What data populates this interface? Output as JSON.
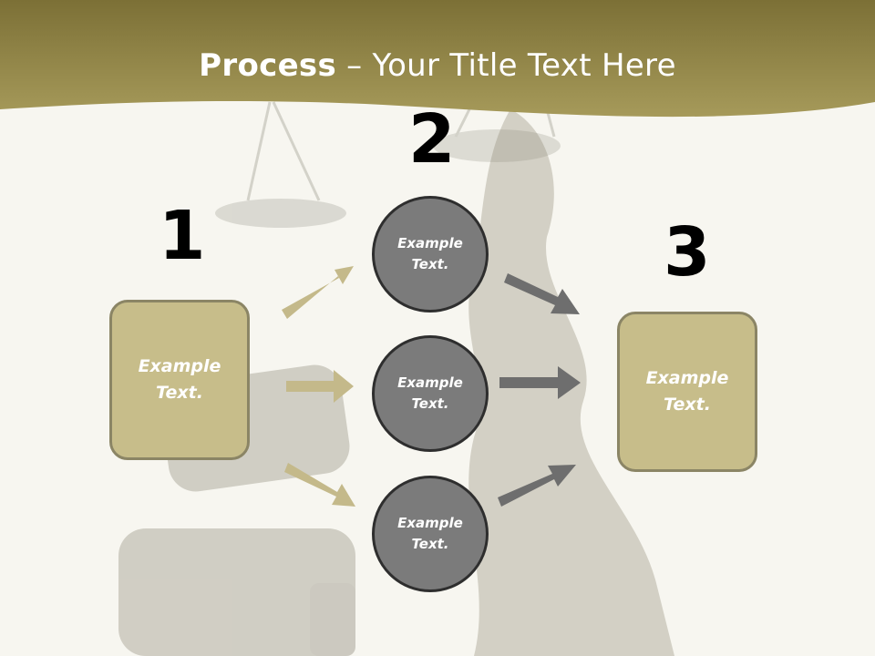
{
  "title": {
    "bold": "Process",
    "rest": " – Your Title Text Here"
  },
  "steps": {
    "one": "1",
    "two": "2",
    "three": "3"
  },
  "boxes": {
    "left": "Example Text.",
    "right": "Example Text."
  },
  "circles": {
    "top": "Example Text.",
    "middle": "Example Text.",
    "bottom": "Example Text."
  },
  "colors": {
    "banner": "#8e8245",
    "box_fill": "#c7bd8a",
    "circle_fill": "#7b7b7b",
    "arrow_tan": "#c4b98a",
    "arrow_gray": "#6e6e6e"
  }
}
